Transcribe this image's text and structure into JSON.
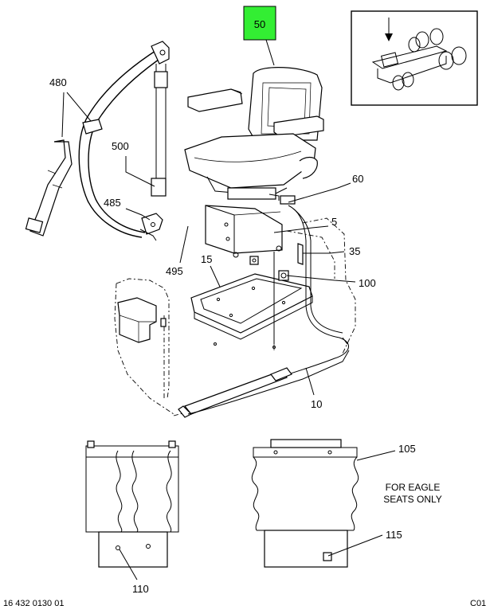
{
  "callouts": {
    "c50": "50",
    "c480": "480",
    "c500": "500",
    "c60": "60",
    "c485": "485",
    "c5": "5",
    "c495": "495",
    "c15": "15",
    "c35": "35",
    "c100": "100",
    "c10": "10",
    "c105": "105",
    "c115": "115",
    "c110": "110"
  },
  "note": {
    "line1": "FOR EAGLE",
    "line2": "SEATS ONLY"
  },
  "footer": {
    "drawing_number": "16 432 0130 01",
    "sheet_code": "C01"
  },
  "colors": {
    "highlight": "#33ee33",
    "line": "#000000"
  }
}
